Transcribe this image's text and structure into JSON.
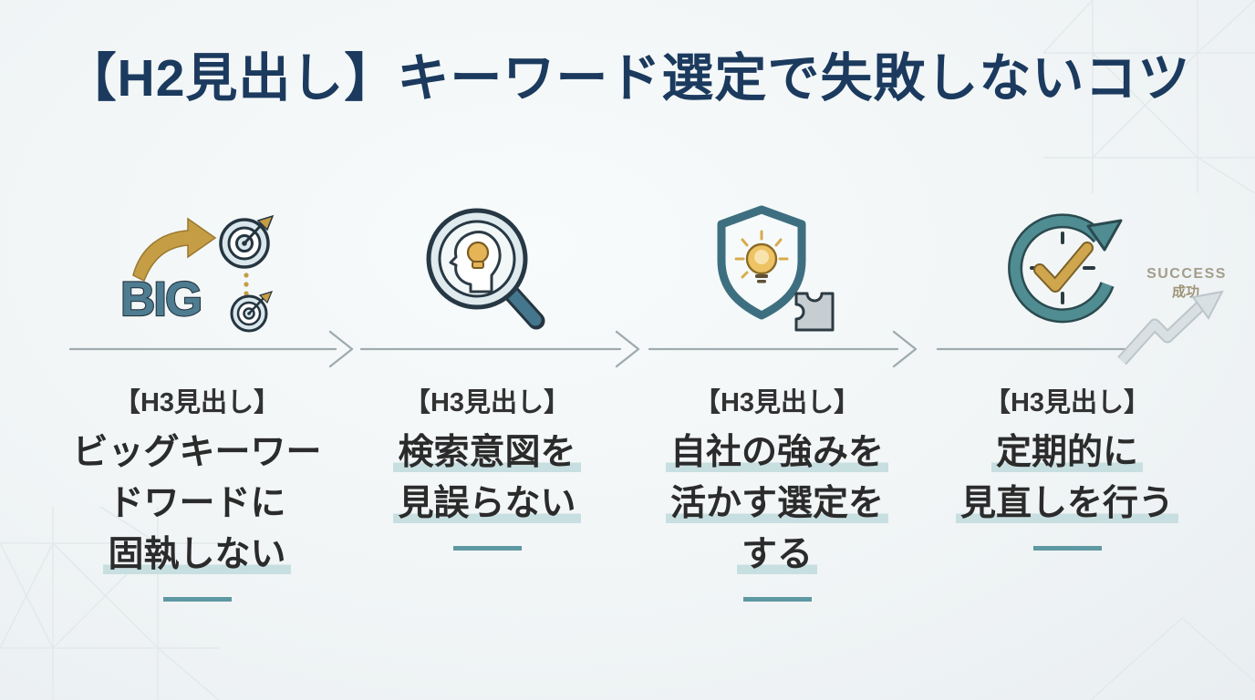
{
  "page": {
    "title": "【H2見出し】キーワード選定で失敗しないコツ"
  },
  "success": {
    "en": "SUCCESS",
    "ja": "成功"
  },
  "columns": [
    {
      "icon": "big-keyword-target-icon",
      "icon_label": "BIG",
      "heading": "【H3見出し】",
      "lines": [
        {
          "text": "ビッグキーワー",
          "highlight": false
        },
        {
          "text": "ドワードに",
          "highlight": false
        },
        {
          "text": "固執しない",
          "highlight": true
        }
      ]
    },
    {
      "icon": "search-intent-magnifier-icon",
      "heading": "【H3見出し】",
      "lines": [
        {
          "text": "検索意図を",
          "highlight": true
        },
        {
          "text": "見誤らない",
          "highlight": true
        }
      ]
    },
    {
      "icon": "strength-shield-puzzle-icon",
      "heading": "【H3見出し】",
      "lines": [
        {
          "text": "自社の強みを",
          "highlight": true
        },
        {
          "text": "活かす選定を",
          "highlight": true
        },
        {
          "text": "する",
          "highlight": true
        }
      ]
    },
    {
      "icon": "review-cycle-check-icon",
      "heading": "【H3見出し】",
      "lines": [
        {
          "text": "定期的に",
          "highlight": true
        },
        {
          "text": "見直しを行う",
          "highlight": true
        }
      ]
    }
  ],
  "colors": {
    "title_navy": "#1b3a5e",
    "text_dark": "#2b2b2b",
    "highlight_teal": "#c8dfe1",
    "underline_teal": "#5e98a2",
    "flow_arrow_gray": "#9fabaf",
    "icon_teal": "#44768d",
    "icon_outline": "#253540",
    "icon_gold": "#c59d45",
    "puzzle_gray": "#c7ced2",
    "success_text": "#a39d8b",
    "growth_arrow_fill": "#d9e0e3",
    "background": "#f1f5f6"
  }
}
